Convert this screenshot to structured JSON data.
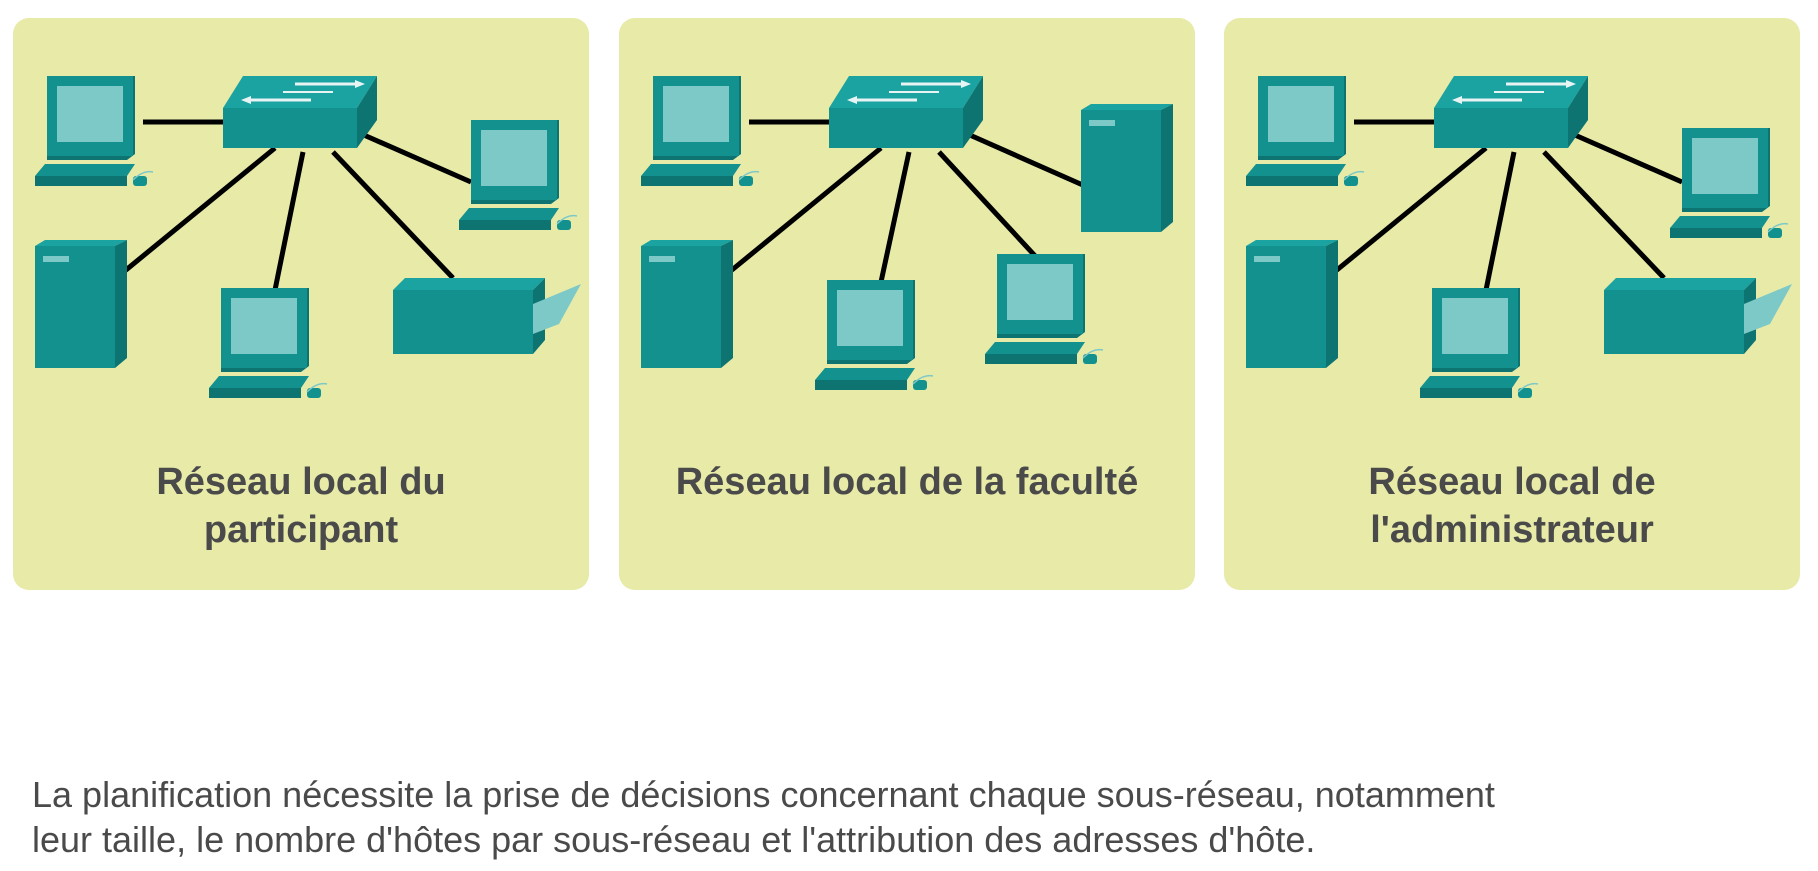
{
  "colors": {
    "panel_bg": "#e8eaa8",
    "device_teal": "#13918f",
    "device_dark": "#0d7472",
    "screen": "#7cc9c7",
    "link": "#000000",
    "text": "#4a4a4a"
  },
  "panels": [
    {
      "label_line1": "Réseau local du",
      "label_line2": "participant"
    },
    {
      "label_line1": "Réseau local de la faculté",
      "label_line2": ""
    },
    {
      "label_line1": "Réseau local de",
      "label_line2": "l'administrateur"
    }
  ],
  "caption": {
    "line1": "La planification nécessite la prise de décisions concernant chaque sous-réseau, notamment",
    "line2": "leur taille, le nombre d'hôtes par sous-réseau et l'attribution des adresses d'hôte."
  }
}
